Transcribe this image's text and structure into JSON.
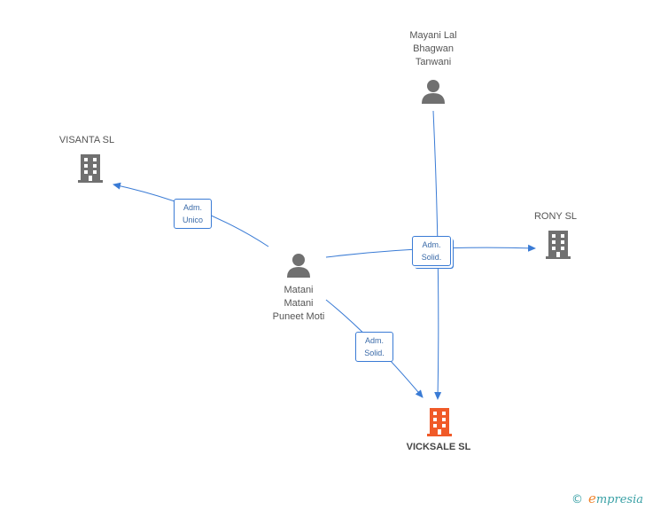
{
  "colors": {
    "edge": "#3a7bd5",
    "person": "#707070",
    "company": "#707070",
    "main_company": "#f05a28"
  },
  "nodes": {
    "visanta": {
      "label": "VISANTA SL",
      "icon": "building-icon"
    },
    "mayani": {
      "label": "Mayani Lal\nBhagwan\nTanwani",
      "icon": "person-icon"
    },
    "rony": {
      "label": "RONY SL",
      "icon": "building-icon"
    },
    "matani": {
      "label": "Matani\nMatani\nPuneet Moti",
      "icon": "person-icon"
    },
    "vicksale": {
      "label": "VICKSALE SL",
      "icon": "building-icon"
    }
  },
  "edges": {
    "adm_unico": "Adm.\nUnico",
    "adm_solid_top": "Adm.\nSolid.",
    "adm_solid_bottom": "Adm.\nSolid."
  },
  "footer": {
    "copyright": "©",
    "brand_initial": "e",
    "brand_rest": "mpresia"
  }
}
